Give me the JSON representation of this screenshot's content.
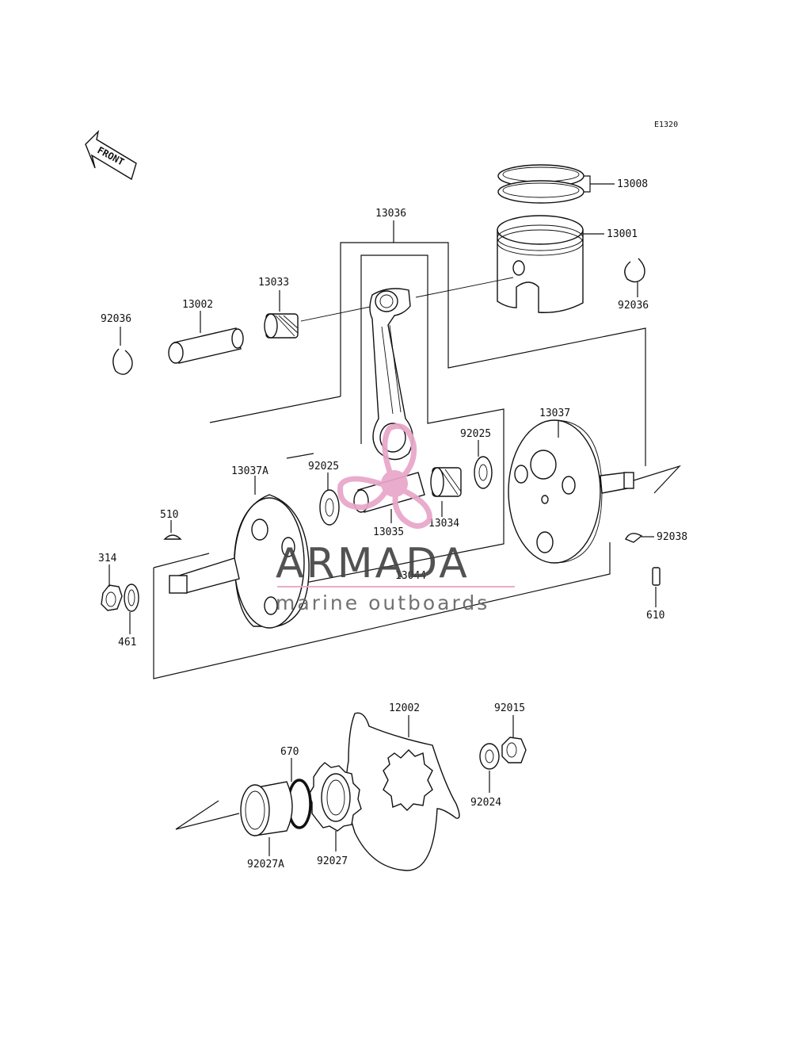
{
  "diagram": {
    "code": "E1320",
    "front_label": "FRONT",
    "labels": {
      "p13008": "13008",
      "p13001": "13001",
      "p13036": "13036",
      "p13033": "13033",
      "p13002": "13002",
      "p92036_left": "92036",
      "p92036_right": "92036",
      "p13037": "13037",
      "p92025_right": "92025",
      "p92025_left": "92025",
      "p13037A": "13037A",
      "p510": "510",
      "p13035": "13035",
      "p13034": "13034",
      "p92038": "92038",
      "p314": "314",
      "p13044": "13044",
      "p461": "461",
      "p610": "610",
      "p12002": "12002",
      "p92015": "92015",
      "p670": "670",
      "p92024": "92024",
      "p92027A": "92027A",
      "p92027": "92027"
    }
  },
  "watermark": {
    "brand": "ARMADA",
    "tagline": "marine outboards",
    "colors": {
      "logo": "#e8a6c8",
      "logo_dark": "#d47fae",
      "text": "#444444"
    }
  }
}
